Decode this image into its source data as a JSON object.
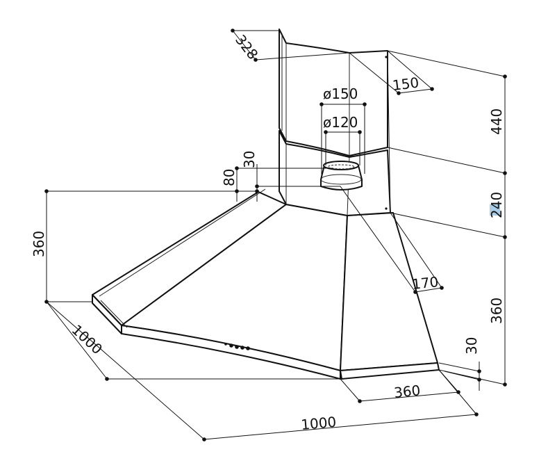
{
  "dimensions": {
    "chimney_depth": "328",
    "chimney_width": "150",
    "outlet_outer_diameter": "ø150",
    "outlet_inner_diameter": "ø120",
    "outlet_collar_height": "30",
    "outlet_total_height": "80",
    "hood_height_left": "360",
    "upper_chimney_height": "440",
    "lower_chimney_height_prefix": "24",
    "lower_chimney_height_suffix": "0",
    "hood_height_right": "360",
    "chimney_offset": "170",
    "front_panel_height": "30",
    "front_width": "360",
    "side_left": "1000",
    "side_bottom": "1000"
  }
}
